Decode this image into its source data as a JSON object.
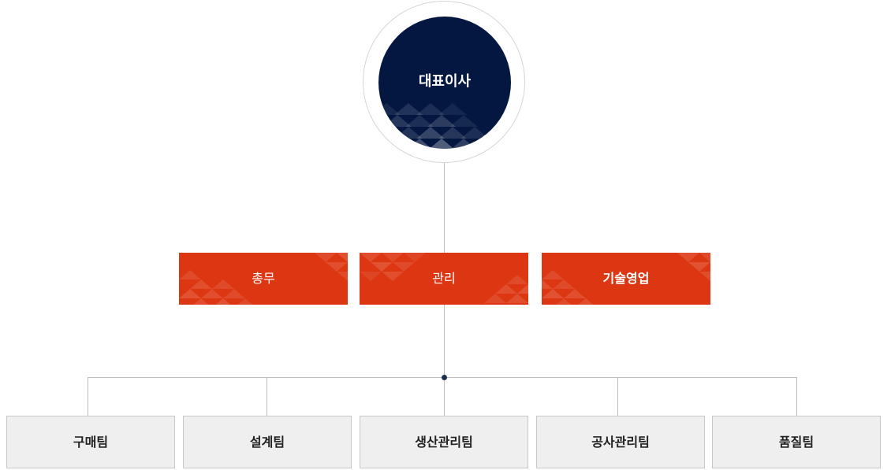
{
  "org": {
    "ceo": {
      "label": "대표이사"
    },
    "departments": [
      {
        "label": "총무"
      },
      {
        "label": "관리"
      },
      {
        "label": "기술영업"
      }
    ],
    "teams": [
      {
        "label": "구매팀"
      },
      {
        "label": "설계팀"
      },
      {
        "label": "생산관리팀"
      },
      {
        "label": "공사관리팀"
      },
      {
        "label": "품질팀"
      }
    ]
  },
  "colors": {
    "ceo_fill": "#031741",
    "department_fill": "#dc3612",
    "team_fill": "#efefef",
    "connector": "#bdbdbd",
    "junction_dot": "#1c3052"
  }
}
